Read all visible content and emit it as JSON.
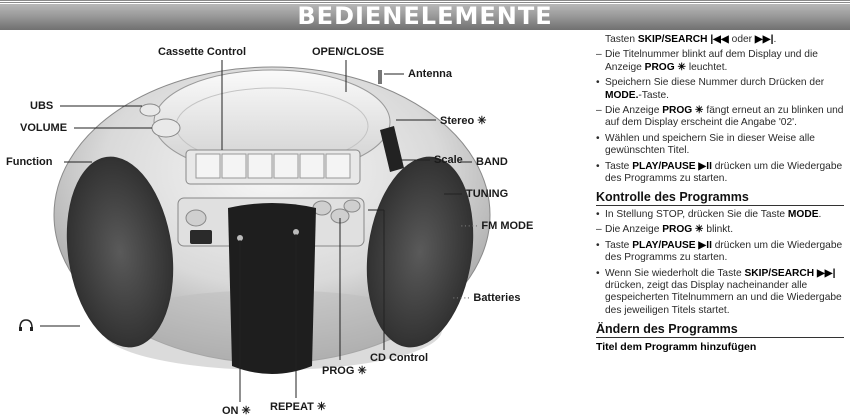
{
  "header": {
    "title": "BEDIENELEMENTE"
  },
  "diagram": {
    "labels": {
      "cassette_control": "Cassette Control",
      "open_close": "OPEN/CLOSE",
      "antenna": "Antenna",
      "ubs": "UBS",
      "volume": "VOLUME",
      "stereo": "Stereo ✳",
      "scale": "Scale",
      "function": "Function",
      "band": "BAND",
      "tuning": "TUNING",
      "fm_mode": "FM MODE",
      "batteries": "Batteries",
      "cd_control": "CD Control",
      "prog": "PROG ✳",
      "repeat": "REPEAT ✳",
      "on": "ON ✳",
      "headphones": "headphones-icon"
    }
  },
  "instructions": {
    "intro": [
      {
        "marker": "",
        "html_parts": [
          "Tasten ",
          "SKIP/SEARCH |◀◀",
          " oder ",
          "▶▶|",
          "."
        ]
      }
    ],
    "top_items": [
      {
        "marker": "–",
        "text_a": "Die Titelnummer blinkt auf dem Display und die Anzeige ",
        "bold": "PROG ✳",
        "text_b": " leuchtet."
      },
      {
        "marker": "•",
        "text_a": "Speichern Sie diese Nummer durch Drücken der ",
        "bold": "MODE.",
        "text_b": "-Taste."
      },
      {
        "marker": "–",
        "text_a": "Die Anzeige ",
        "bold": "PROG ✳",
        "text_b": " fängt erneut an zu blinken und auf dem Display erscheint die Angabe '02'."
      },
      {
        "marker": "•",
        "text_a": "Wählen und speichern Sie in dieser Weise alle gewünschten Titel.",
        "bold": "",
        "text_b": ""
      },
      {
        "marker": "•",
        "text_a": "Taste ",
        "bold": "PLAY/PAUSE ▶II",
        "text_b": " drücken um die Wiedergabe des Programms zu starten."
      }
    ],
    "section1_title": "Kontrolle des Programms",
    "section1_items": [
      {
        "marker": "•",
        "text_a": "In Stellung STOP, drücken Sie die Taste ",
        "bold": "MODE",
        "text_b": "."
      },
      {
        "marker": "–",
        "text_a": "Die Anzeige ",
        "bold": "PROG ✳",
        "text_b": " blinkt."
      },
      {
        "marker": "•",
        "text_a": "Taste ",
        "bold": "PLAY/PAUSE ▶II",
        "text_b": " drücken um die Wiedergabe des Programms zu starten."
      },
      {
        "marker": "•",
        "text_a": "Wenn Sie wiederholt die Taste ",
        "bold": "SKIP/SEARCH ▶▶|",
        "text_b": " drücken, zeigt das Display nacheinander alle gespeicherten Titelnummern an und die Wiedergabe des jeweiligen Titels startet."
      }
    ],
    "section2_title": "Ändern des Programms",
    "section2_sub": "Titel dem Programm hinzufügen"
  },
  "colors": {
    "banner": "#9a9a9a",
    "speaker": "#3a3a3a",
    "body": "#e4e4e4"
  }
}
